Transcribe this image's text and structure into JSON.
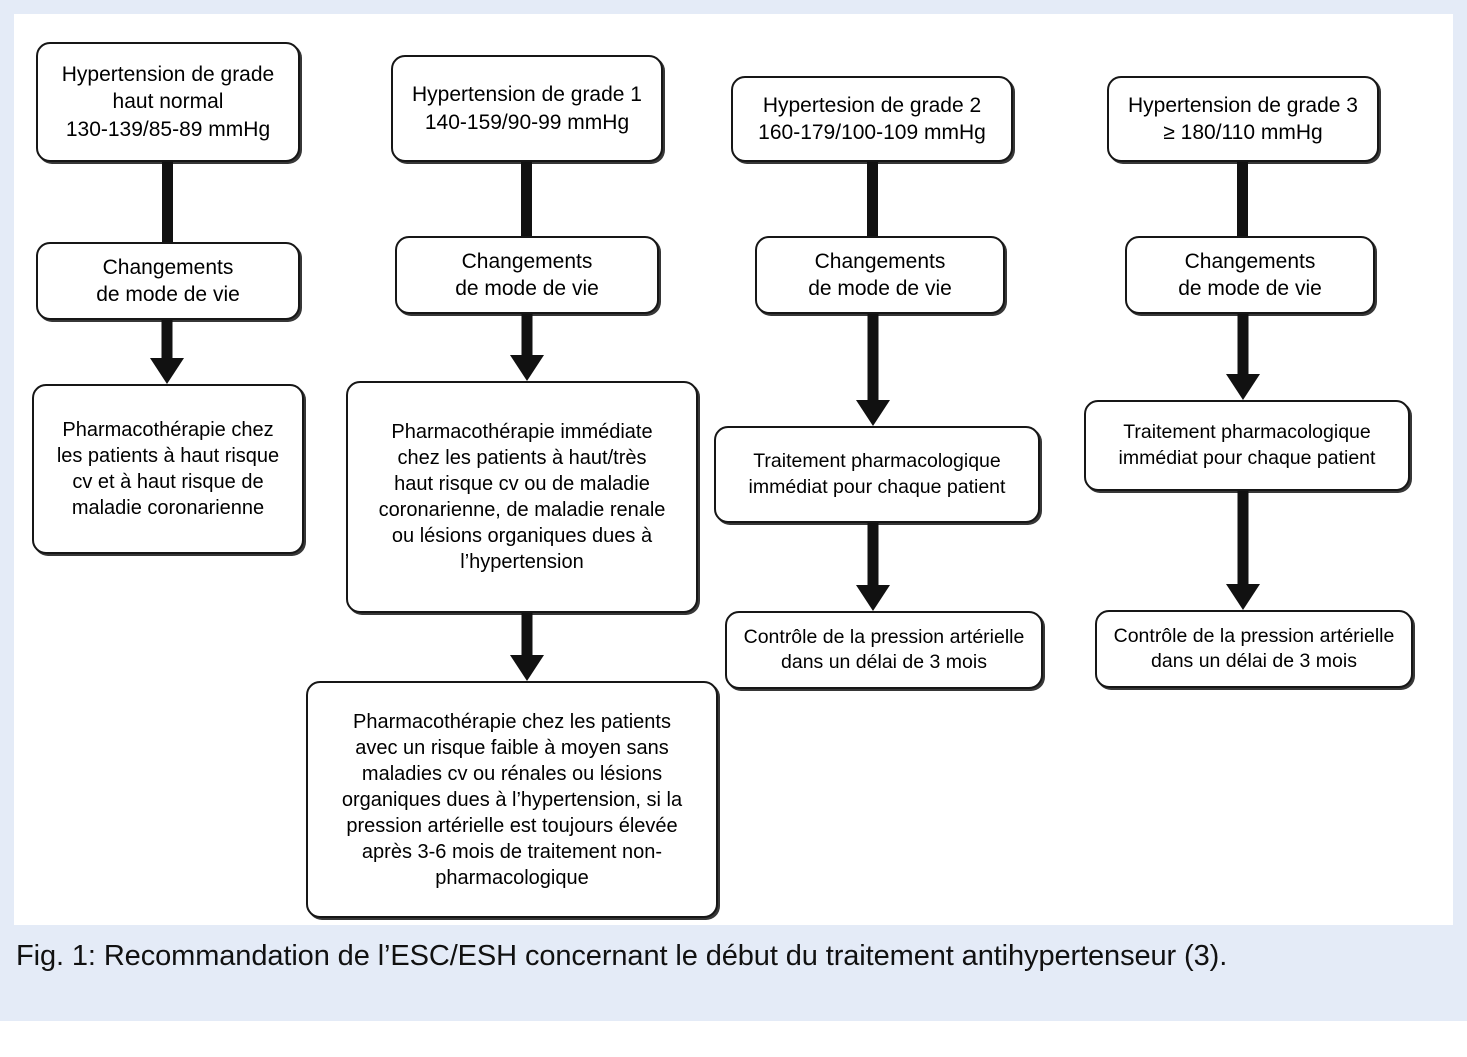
{
  "figure": {
    "caption": "Fig. 1: Recommandation de l’ESC/ESH concernant le début du traitement antihypertenseur (3).",
    "background_color": "#e4ebf7",
    "panel_color": "#ffffff",
    "line_color": "#111111"
  },
  "columns": [
    {
      "id": "grade-haut-normal",
      "header": "Hypertension de grade\nhaut normal\n130-139/85-89 mmHg",
      "lifestyle": "Changements\nde mode de vie",
      "treatment": "Pharmacothérapie chez\nles patients à haut risque\ncv et à haut risque de\nmaladie coronarienne",
      "followup": null,
      "extra": null
    },
    {
      "id": "grade-1",
      "header": "Hypertension de grade 1\n140-159/90-99 mmHg",
      "lifestyle": "Changements\nde mode de vie",
      "treatment": "Pharmacothérapie immédiate\nchez les patients à haut/très\nhaut risque cv ou de maladie\ncoronarienne, de maladie renale\nou lésions organiques dues à\nl’hypertension",
      "followup": null,
      "extra": "Pharmacothérapie chez les patients\navec un risque faible à moyen sans\nmaladies cv ou rénales ou lésions\norganiques dues à l’hypertension, si la\npression artérielle est toujours élevée\naprès 3-6 mois de traitement non-\npharmacologique"
    },
    {
      "id": "grade-2",
      "header": "Hypertesion de grade 2\n160-179/100-109 mmHg",
      "lifestyle": "Changements\nde mode de vie",
      "treatment": "Traitement pharmacologique\nimmédiat pour chaque patient",
      "followup": "Contrôle de la pression artérielle\ndans un délai de 3 mois",
      "extra": null
    },
    {
      "id": "grade-3",
      "header": "Hypertension de grade 3\n≥ 180/110 mmHg",
      "lifestyle": "Changements\nde mode de vie",
      "treatment": "Traitement pharmacologique\nimmédiat pour chaque patient",
      "followup": "Contrôle de la pression artérielle\ndans un délai de 3 mois",
      "extra": null
    }
  ]
}
